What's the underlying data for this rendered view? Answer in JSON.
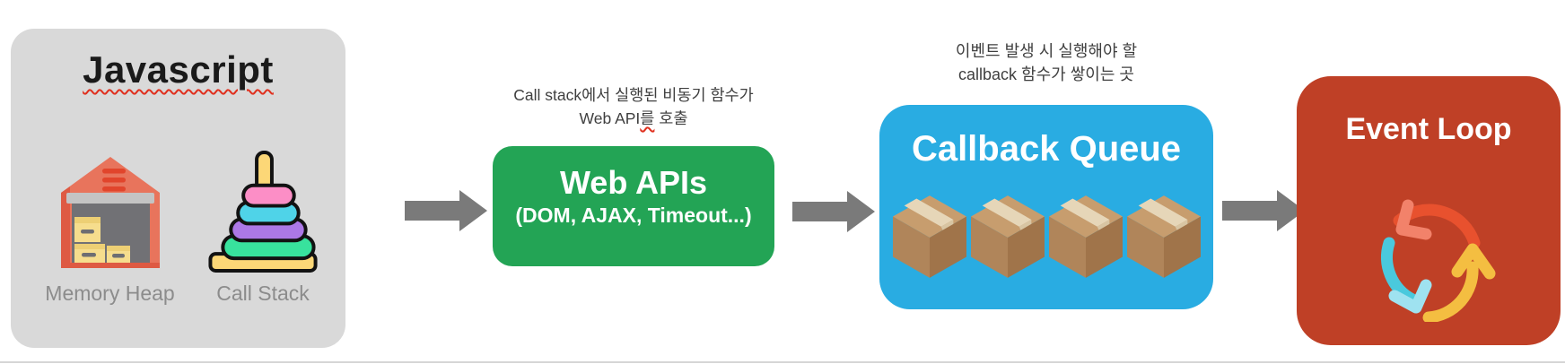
{
  "colors": {
    "panel_gray": "#D9D9D9",
    "panel_green": "#23A455",
    "panel_blue": "#29ACE2",
    "panel_red": "#BF4026",
    "arrow_gray": "#7A7A7A",
    "caption_gray": "#8C8C8C",
    "annotation_text": "#3F3F3F",
    "squiggle_red": "#E0301E",
    "title_black": "#1A1A1A",
    "panel_text_white": "#FFFFFF",
    "bottom_rule": "#D6D6D6"
  },
  "javascript_box": {
    "title": "Javascript",
    "memory_heap_label": "Memory Heap",
    "call_stack_label": "Call Stack",
    "icons": [
      "warehouse-icon",
      "ring-stack-icon"
    ]
  },
  "flow": {
    "web_apis": {
      "annotation": {
        "line1": "Call stack에서 실행된 비동기 함수가",
        "line2_a": "Web API",
        "line2_b": "를",
        "line2_c": " 호출"
      },
      "title": "Web APIs",
      "subtitle": "(DOM, AJAX, Timeout...)"
    },
    "callback_queue": {
      "annotation": {
        "line1": "이벤트 발생 시 실행해야 할",
        "line2": "callback 함수가 쌓이는 곳"
      },
      "title": "Callback Queue",
      "box_count": 4,
      "icon": "cardboard-box-icon"
    },
    "event_loop": {
      "title": "Event Loop",
      "icon": "cycle-arrows-icon"
    },
    "arrow_icon": "arrow-right-icon"
  }
}
